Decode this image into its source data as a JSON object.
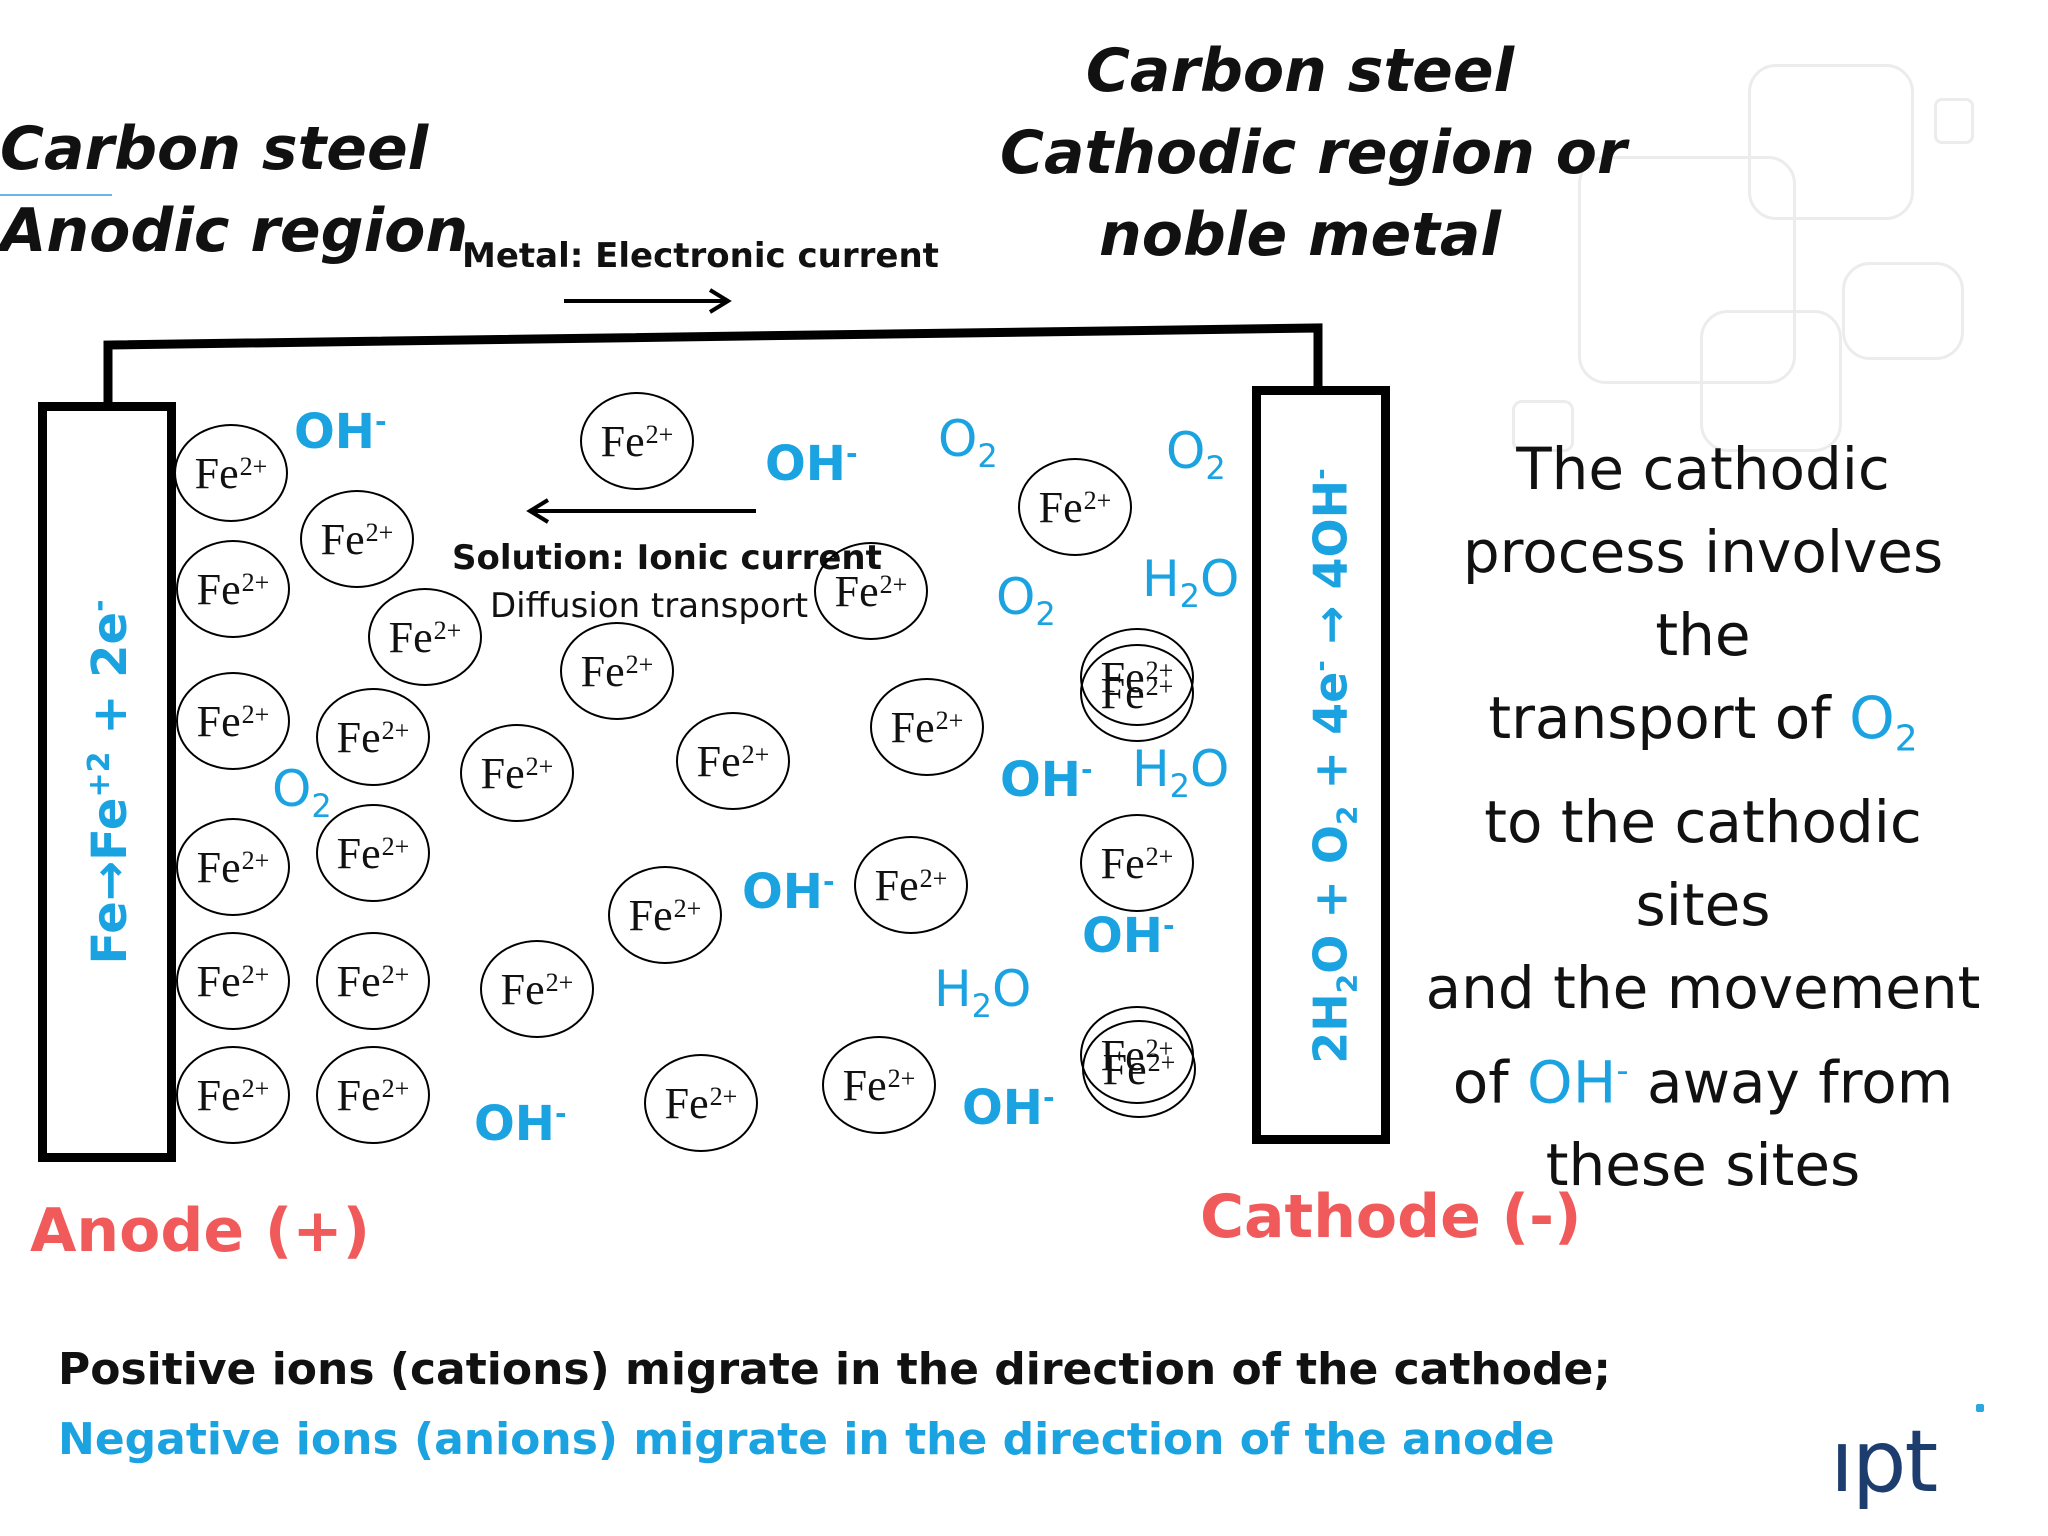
{
  "anode_title": {
    "line1": "Carbon steel",
    "line2": "Anodic region"
  },
  "cathode_title": {
    "line1": "Carbon steel",
    "line2": "Cathodic region or",
    "line3": "noble metal"
  },
  "metal_current_label": "Metal: Electronic current",
  "solution_current_label": "Solution: Ionic current",
  "diffusion_label": "Diffusion transport",
  "anode_reaction": {
    "fe": "Fe",
    "arrow": "→",
    "fe2": "Fe",
    "charge": "+2",
    "plus": " + 2e",
    "minus": "-"
  },
  "cathode_reaction": {
    "a": "2H",
    "sub2": "2",
    "b": "O + O",
    "sub2b": "2",
    "c": " + 4e",
    "minus": "-",
    "d": " → 4OH",
    "minus2": "-"
  },
  "ion_label": "Fe",
  "ion_charge": "2+",
  "hydroxide_label": "OH",
  "hydroxide_charge": "-",
  "oxygen_label": "O",
  "oxygen_sub": "2",
  "water_label_a": "H",
  "water_sub": "2",
  "water_label_b": "O",
  "anode_label": "Anode (+)",
  "cathode_label": "Cathode (-)",
  "explanation": {
    "l1": "The cathodic",
    "l2": "process involves the",
    "l3a": "transport of ",
    "o2": "O",
    "o2sub": "2",
    "l4": "to the cathodic sites",
    "l5": "and the movement",
    "l6a": "of ",
    "oh": "OH",
    "ohsup": "-",
    "l6b": " away from",
    "l7": "these sites"
  },
  "footer_line1": "Positive ions (cations) migrate in the direction of the cathode;",
  "footer_line2": "Negative ions (anions) migrate in the direction of the anode",
  "logo_text": "ıpt",
  "colors": {
    "blue": "#1aa3e0",
    "red": "#f05a5a",
    "logo": "#1c3d6e"
  }
}
